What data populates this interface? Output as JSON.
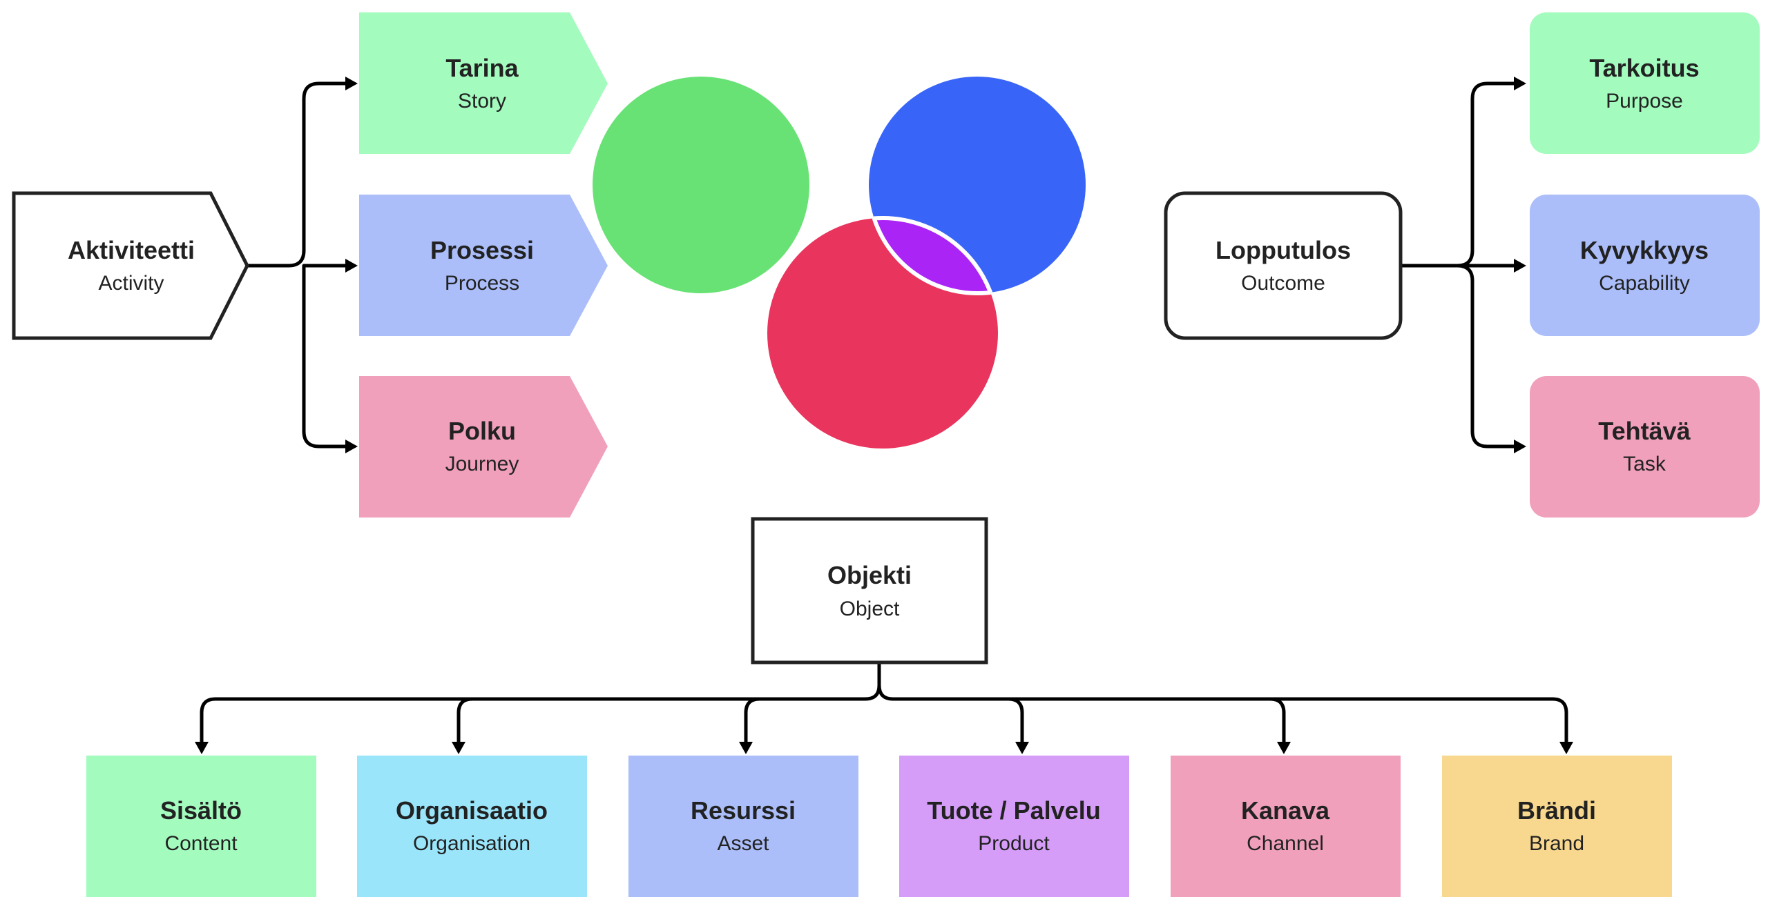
{
  "colors": {
    "green": "#a3fbbe",
    "blue": "#abbefa",
    "pink": "#f1a0bc",
    "cyan": "#9ae5fa",
    "purple": "#d59cf8",
    "yellow": "#f8d88e",
    "venn_green": "#68e274",
    "venn_blue": "#3865f8",
    "venn_red": "#e9345d",
    "venn_green_blue": "#5ac5ea",
    "venn_green_red": "#f3ad42",
    "venn_blue_red": "#ab24f6",
    "venn_center": "#ffffff"
  },
  "activity": {
    "root": {
      "title": "Aktiviteetti",
      "subtitle": "Activity"
    },
    "children": [
      {
        "title": "Tarina",
        "subtitle": "Story",
        "color": "#a3fbbe"
      },
      {
        "title": "Prosessi",
        "subtitle": "Process",
        "color": "#abbefa"
      },
      {
        "title": "Polku",
        "subtitle": "Journey",
        "color": "#f1a0bc"
      }
    ]
  },
  "outcome": {
    "root": {
      "title": "Lopputulos",
      "subtitle": "Outcome"
    },
    "children": [
      {
        "title": "Tarkoitus",
        "subtitle": "Purpose",
        "color": "#a3fbbe"
      },
      {
        "title": "Kyvykkyys",
        "subtitle": "Capability",
        "color": "#abbefa"
      },
      {
        "title": "Tehtävä",
        "subtitle": "Task",
        "color": "#f1a0bc"
      }
    ]
  },
  "object": {
    "root": {
      "title": "Objekti",
      "subtitle": "Object"
    },
    "children": [
      {
        "title": "Sisältö",
        "subtitle": "Content",
        "color": "#a3fbbe"
      },
      {
        "title": "Organisaatio",
        "subtitle": "Organisation",
        "color": "#9ae5fa"
      },
      {
        "title": "Resurssi",
        "subtitle": "Asset",
        "color": "#abbefa"
      },
      {
        "title": "Tuote / Palvelu",
        "subtitle": "Product",
        "color": "#d59cf8"
      },
      {
        "title": "Kanava",
        "subtitle": "Channel",
        "color": "#f1a0bc"
      },
      {
        "title": "Brändi",
        "subtitle": "Brand",
        "color": "#f8d88e"
      }
    ]
  }
}
